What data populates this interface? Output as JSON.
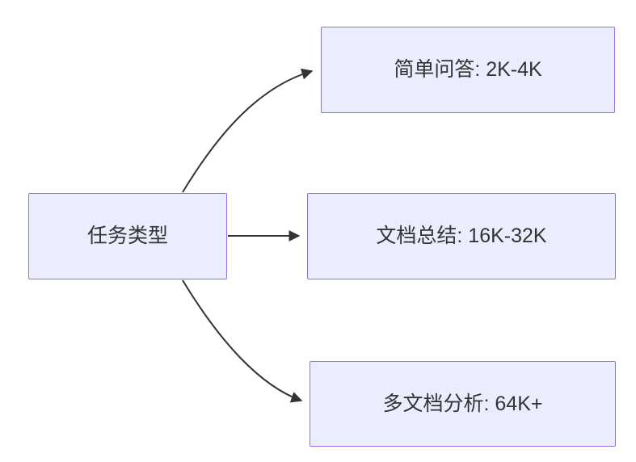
{
  "diagram": {
    "type": "flowchart",
    "direction": "left-to-right",
    "root": {
      "id": "task-type",
      "label": "任务类型"
    },
    "branches": [
      {
        "id": "simple-qa",
        "label": "简单问答: 2K-4K"
      },
      {
        "id": "doc-summary",
        "label": "文档总结: 16K-32K"
      },
      {
        "id": "multi-doc",
        "label": "多文档分析: 64K+"
      }
    ],
    "edges": [
      {
        "from": "task-type",
        "to": "simple-qa"
      },
      {
        "from": "task-type",
        "to": "doc-summary"
      },
      {
        "from": "task-type",
        "to": "multi-doc"
      }
    ],
    "colors": {
      "node_fill": "#ECECFF",
      "node_border": "#9370DB",
      "edge_stroke": "#333333",
      "text": "#333333",
      "background": "#ffffff"
    }
  }
}
